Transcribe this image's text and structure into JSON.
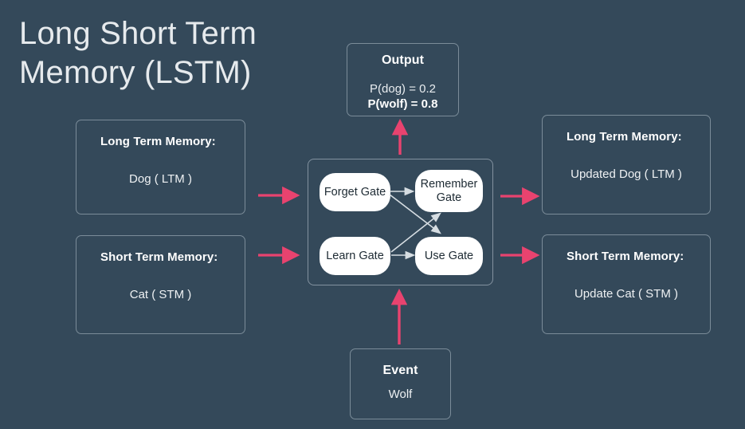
{
  "page": {
    "title": "Long Short Term\nMemory (LSTM)",
    "background_color": "#34495a",
    "accent_color": "#e8436f",
    "card_border_color": "#7b8c99",
    "gate_fill_color": "#ffffff",
    "inner_arrow_color": "#d6dde2"
  },
  "output": {
    "title": "Output",
    "line1": "P(dog) = 0.2",
    "line2": "P(wolf) = 0.8"
  },
  "inputs": {
    "long_term_memory": {
      "title": "Long Term Memory:",
      "value": "Dog ( LTM )"
    },
    "short_term_memory": {
      "title": "Short Term Memory:",
      "value": "Cat ( STM )"
    }
  },
  "outputs": {
    "long_term_memory": {
      "title": "Long Term Memory:",
      "value": "Updated Dog ( LTM )"
    },
    "short_term_memory": {
      "title": "Short Term Memory:",
      "value": "Update Cat ( STM )"
    }
  },
  "event": {
    "title": "Event",
    "value": "Wolf"
  },
  "gates": {
    "forget": "Forget Gate",
    "remember": "Remember Gate",
    "learn": "Learn Gate",
    "use": "Use Gate"
  },
  "connections": [
    {
      "from": "long-term-memory-input",
      "to": "gate-box",
      "color": "#e8436f",
      "direction": "right"
    },
    {
      "from": "short-term-memory-input",
      "to": "gate-box",
      "color": "#e8436f",
      "direction": "right"
    },
    {
      "from": "gate-box",
      "to": "long-term-memory-output",
      "color": "#e8436f",
      "direction": "right"
    },
    {
      "from": "gate-box",
      "to": "short-term-memory-output",
      "color": "#e8436f",
      "direction": "right"
    },
    {
      "from": "gate-box",
      "to": "output",
      "color": "#e8436f",
      "direction": "up"
    },
    {
      "from": "event",
      "to": "gate-box",
      "color": "#e8436f",
      "direction": "up"
    },
    {
      "from": "forget-gate",
      "to": "remember-gate",
      "color": "#d6dde2",
      "direction": "right"
    },
    {
      "from": "learn-gate",
      "to": "use-gate",
      "color": "#d6dde2",
      "direction": "right"
    },
    {
      "from": "forget-gate",
      "to": "use-gate",
      "color": "#d6dde2",
      "direction": "diagonal-down"
    },
    {
      "from": "learn-gate",
      "to": "remember-gate",
      "color": "#d6dde2",
      "direction": "diagonal-up"
    }
  ]
}
